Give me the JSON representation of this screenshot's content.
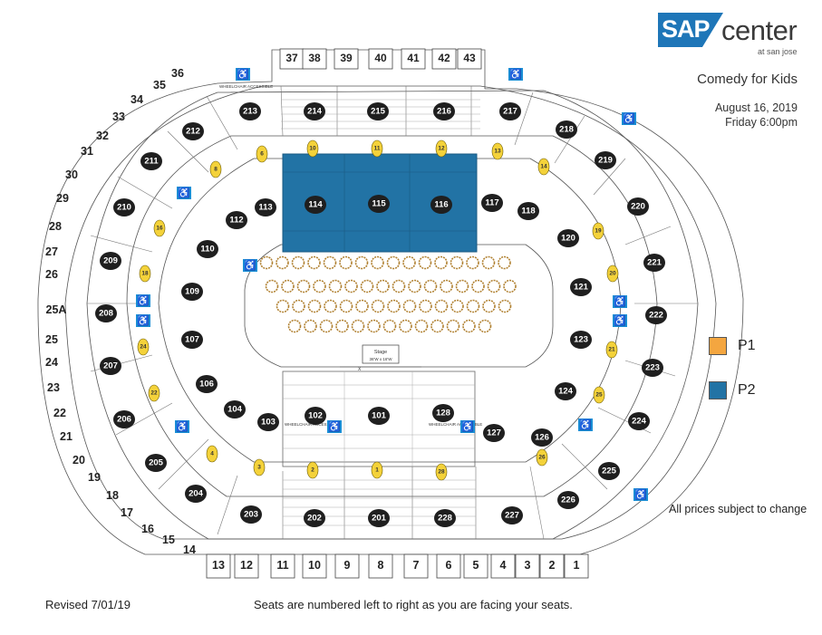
{
  "logo": {
    "brand": "SAP",
    "name": "center",
    "location": "at san jose"
  },
  "event": {
    "title": "Comedy for Kids",
    "date": "August 16, 2019",
    "time": "Friday 6:00pm"
  },
  "legend": [
    {
      "label": "P1",
      "color": "#f4a640"
    },
    {
      "label": "P2",
      "color": "#2273a5"
    }
  ],
  "disclaimer": "All prices subject to change",
  "revised": "Revised 7/01/19",
  "seat_note": "Seats are numbered left to right as you are facing your seats.",
  "stage": {
    "label": "Stage",
    "sublabel": "36'W x 16'W",
    "marker": "X"
  },
  "wheelchair_labels": {
    "north": "WHEELCHAIR ACCESSIBLE",
    "south_left": "WHEELCHAIR ACCESSIBLE",
    "south_right": "WHEELCHAIR ACCESSIBLE"
  },
  "sections_lower": {
    "north_p2": [
      "114",
      "115",
      "116"
    ],
    "corners": [
      "113",
      "117",
      "112",
      "118",
      "110",
      "120",
      "109",
      "121",
      "107",
      "123",
      "106",
      "124",
      "104",
      "126",
      "103",
      "127",
      "102",
      "101",
      "128"
    ]
  },
  "sections_upper": [
    "213",
    "214",
    "215",
    "216",
    "217",
    "212",
    "218",
    "211",
    "219",
    "210",
    "220",
    "209",
    "221",
    "208",
    "222",
    "207",
    "223",
    "206",
    "224",
    "205",
    "225",
    "204",
    "226",
    "203",
    "202",
    "201",
    "228",
    "227"
  ],
  "suites_top": [
    "37",
    "38",
    "39",
    "40",
    "41",
    "42",
    "43"
  ],
  "suites_left": [
    "36",
    "35",
    "34",
    "33",
    "32",
    "31",
    "30",
    "29",
    "28",
    "27",
    "26",
    "25A",
    "25",
    "24",
    "23",
    "22",
    "21",
    "20",
    "19",
    "18",
    "17",
    "16",
    "15",
    "14"
  ],
  "suites_bottom": [
    "13",
    "12",
    "11",
    "10",
    "9",
    "8",
    "7",
    "6",
    "5",
    "4",
    "3",
    "2",
    "1"
  ],
  "vomitories": [
    "6",
    "8",
    "10",
    "11",
    "12",
    "13",
    "14",
    "16",
    "18",
    "19",
    "20",
    "21",
    "2",
    "1",
    "3",
    "4",
    "22",
    "24",
    "25",
    "26",
    "28"
  ],
  "colors": {
    "p1": "#f4a640",
    "p2": "#2273a5",
    "section_badge": "#1f1f1f",
    "ada": "#1a8fd6",
    "line": "#444444"
  }
}
